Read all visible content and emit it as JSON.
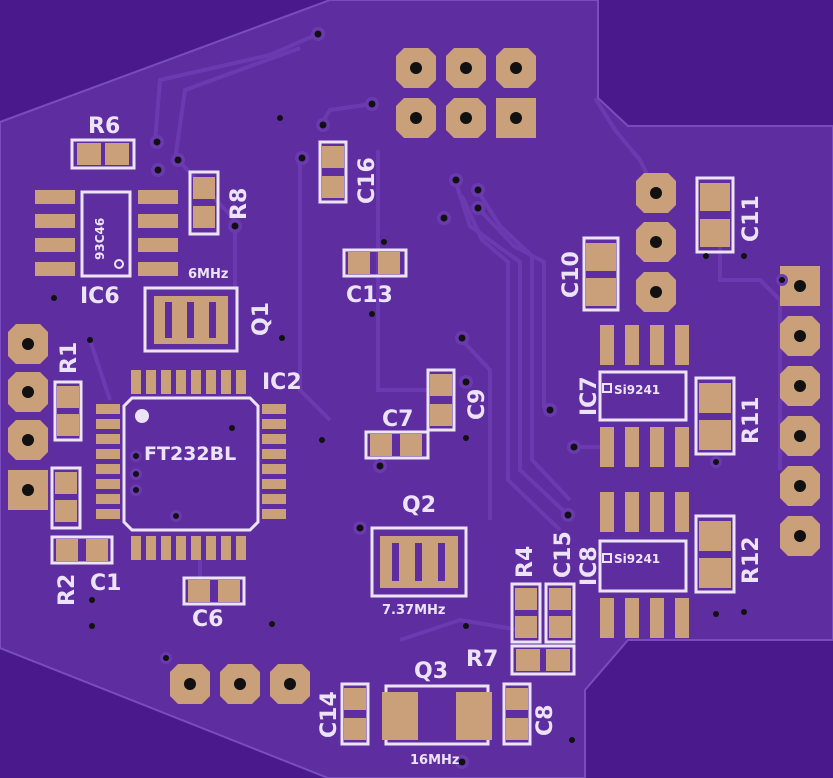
{
  "colors": {
    "background": "#4a1a8c",
    "board": "#5a2a9a",
    "pour": "#5e2ea0",
    "trace": "#6b3ab0",
    "pad": "#c9a07a",
    "silkscreen": "#ece4f6",
    "via": "#111111"
  },
  "labels": {
    "r6": "R6",
    "r8": "R8",
    "r1": "R1",
    "r2": "R2",
    "r4": "R4",
    "r7": "R7",
    "r11": "R11",
    "r12": "R12",
    "c1": "C1",
    "c6": "C6",
    "c7": "C7",
    "c8": "C8",
    "c9": "C9",
    "c10": "C10",
    "c11": "C11",
    "c13": "C13",
    "c14": "C14",
    "c15": "C15",
    "c16": "C16",
    "ic2": "IC2",
    "ic6": "IC6",
    "ic7": "IC7",
    "ic8": "IC8",
    "q1": "Q1",
    "q2": "Q2",
    "q3": "Q3",
    "ic2_part": "FT232BL",
    "ic6_part": "93C46",
    "ic7_part": "Si9241",
    "ic8_part": "Si9241",
    "q1_freq": "6MHz",
    "q2_freq": "7.37MHz",
    "q3_freq": "16MHz",
    "crystal_glyph": "III"
  }
}
